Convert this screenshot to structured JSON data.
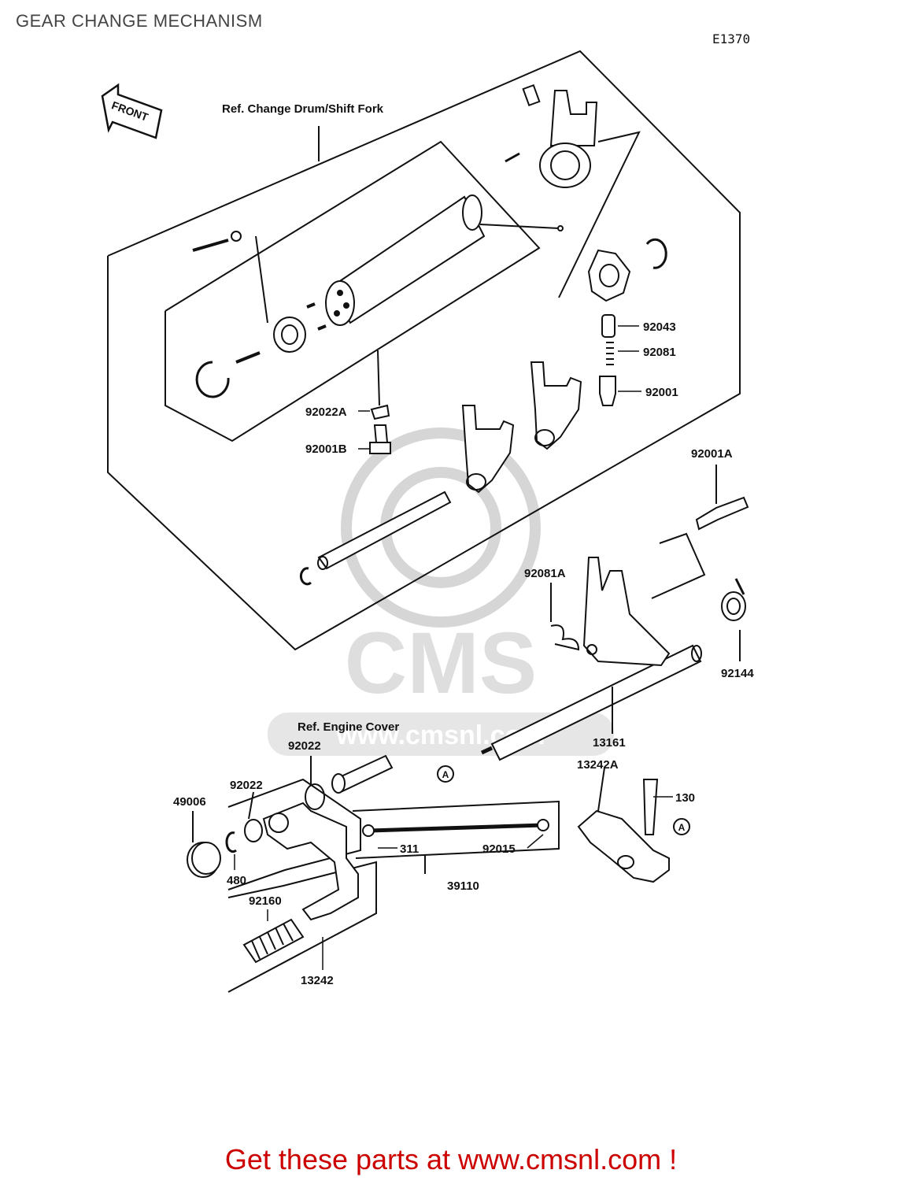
{
  "header": {
    "title": "GEAR CHANGE MECHANISM",
    "diagram_code": "E1370"
  },
  "front_arrow_label": "FRONT",
  "ref_labels": {
    "drum_fork": "Ref. Change Drum/Shift Fork",
    "engine_cover": "Ref.  Engine Cover"
  },
  "watermark": {
    "brand": "CMS",
    "url": "www.cmsnl.com"
  },
  "callout_marker": "A",
  "parts": {
    "p92043": "92043",
    "p92081": "92081",
    "p92001": "92001",
    "p92022A": "92022A",
    "p92001B": "92001B",
    "p92001A": "92001A",
    "p92081A": "92081A",
    "p92144": "92144",
    "p13161": "13161",
    "p13242A": "13242A",
    "p92022a": "92022",
    "p92022b": "92022",
    "p49006": "49006",
    "p480": "480",
    "p311": "311",
    "p92015": "92015",
    "p130": "130",
    "p39110": "39110",
    "p92160": "92160",
    "p13242": "13242"
  },
  "footer": {
    "text": "Get these parts at www.cmsnl.com !"
  }
}
